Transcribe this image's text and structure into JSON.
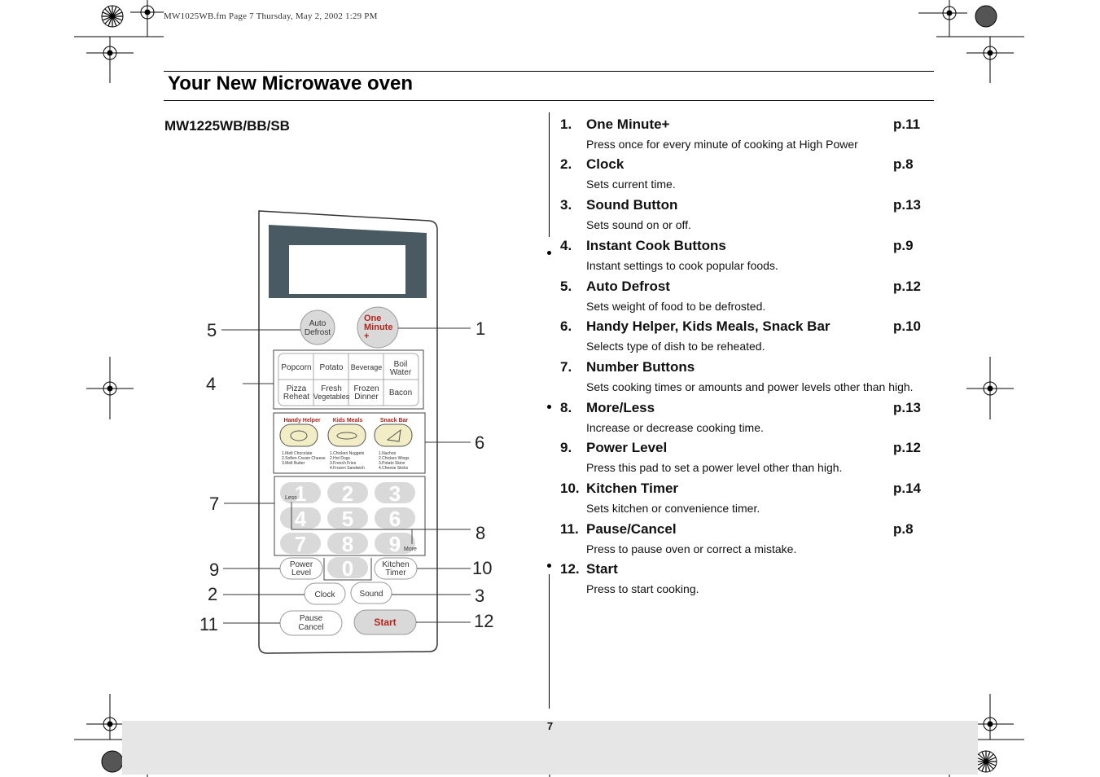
{
  "header": {
    "file_info": "MW1025WB.fm  Page 7  Thursday, May 2, 2002  1:29 PM",
    "title": "Your New Microwave oven"
  },
  "model": "MW1225WB/BB/SB",
  "page_number": "7",
  "panel": {
    "buttons": {
      "auto_defrost": [
        "Auto",
        "Defrost"
      ],
      "one_minute": [
        "One",
        "Minute",
        "+"
      ],
      "instant": [
        "Popcorn",
        "Potato",
        "Beverage",
        "Boil Water",
        "Pizza Reheat",
        "Fresh Vegetables",
        "Frozen Dinner",
        "Bacon"
      ],
      "handy_helper": "Handy Helper",
      "kids_meals": "Kids Meals",
      "snack_bar": "Snack Bar",
      "handy_helper_list": [
        "1.Melt Chocolate",
        "2.Soften Cream Cheese",
        "3.Melt Butter"
      ],
      "kids_meals_list": [
        "1.Chicken Nuggets",
        "2.Hot Dogs",
        "3.French Fries",
        "4.Frozen Sandwich"
      ],
      "snack_bar_list": [
        "1.Nachos",
        "2.Chicken Wings",
        "3.Potato Skins",
        "4.Cheese Sticks"
      ],
      "digits": [
        "1",
        "2",
        "3",
        "4",
        "5",
        "6",
        "7",
        "8",
        "9",
        "0"
      ],
      "less": "Less",
      "more": "More",
      "power_level": [
        "Power",
        "Level"
      ],
      "kitchen_timer": [
        "Kitchen",
        "Timer"
      ],
      "clock": "Clock",
      "sound": "Sound",
      "pause_cancel": [
        "Pause",
        "Cancel"
      ],
      "start": "Start"
    },
    "callouts": [
      "1",
      "2",
      "3",
      "4",
      "5",
      "6",
      "7",
      "8",
      "9",
      "10",
      "11",
      "12"
    ]
  },
  "items": [
    {
      "num": "1.",
      "title": "One Minute+",
      "page": "p.11",
      "desc": "Press once for every minute of cooking at High Power"
    },
    {
      "num": "2.",
      "title": "Clock",
      "page": "p.8",
      "desc": "Sets current time."
    },
    {
      "num": "3.",
      "title": "Sound Button",
      "page": "p.13",
      "desc": "Sets sound on or off."
    },
    {
      "num": "4.",
      "title": "Instant Cook Buttons",
      "page": "p.9",
      "desc": "Instant settings to cook popular foods."
    },
    {
      "num": "5.",
      "title": "Auto Defrost",
      "page": "p.12",
      "desc": "Sets weight of food to be defrosted."
    },
    {
      "num": "6.",
      "title": "Handy Helper, Kids Meals, Snack Bar",
      "page": "p.10",
      "desc": "Selects type of dish to be reheated."
    },
    {
      "num": "7.",
      "title": "Number Buttons",
      "page": "",
      "desc": "Sets cooking times or amounts and power levels other than high."
    },
    {
      "num": "8.",
      "title": "More/Less",
      "page": "p.13",
      "desc": "Increase or decrease cooking time."
    },
    {
      "num": "9.",
      "title": "Power Level",
      "page": "p.12",
      "desc": "Press this pad to set a power level other than high."
    },
    {
      "num": "10.",
      "title": "Kitchen Timer",
      "page": "p.14",
      "desc": "Sets kitchen or convenience timer."
    },
    {
      "num": "11.",
      "title": "Pause/Cancel",
      "page": "p.8",
      "desc": "Press to pause oven or correct a mistake."
    },
    {
      "num": "12.",
      "title": "Start",
      "page": "",
      "desc": "Press to start cooking."
    }
  ],
  "colors": {
    "display_frame": "#4a5a63",
    "button_gray": "#d9d9d9",
    "accent_red": "#b3261e",
    "cream": "#f2edc4",
    "footer_band": "#e6e6e6"
  }
}
